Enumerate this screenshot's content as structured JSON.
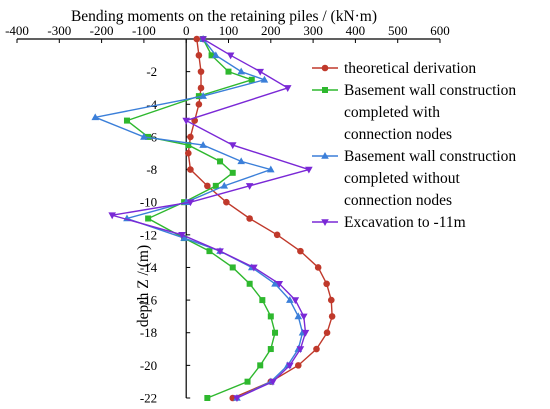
{
  "chart_data": {
    "type": "line",
    "title": "",
    "xlabel": "Bending moments on the retaining piles / (kN·m)",
    "ylabel": "depth Z / (m)",
    "xlim": [
      -400,
      600
    ],
    "ylim": [
      -22,
      0
    ],
    "x_ticks": [
      "-400",
      "-300",
      "-200",
      "-100",
      "0",
      "100",
      "200",
      "300",
      "400",
      "500",
      "600"
    ],
    "y_ticks": [
      "-2",
      "-4",
      "-6",
      "-8",
      "-10",
      "-12",
      "-14",
      "-16",
      "-18",
      "-20",
      "-22"
    ],
    "x_axis_position": "top",
    "grid": false,
    "legend_position": "right",
    "series": [
      {
        "name": "theoretical derivation",
        "color": "#c0392b",
        "marker": "circle",
        "points": [
          {
            "x": 25,
            "y": 0
          },
          {
            "x": 30,
            "y": -1
          },
          {
            "x": 35,
            "y": -2
          },
          {
            "x": 35,
            "y": -3
          },
          {
            "x": 30,
            "y": -4
          },
          {
            "x": 20,
            "y": -5
          },
          {
            "x": 10,
            "y": -6
          },
          {
            "x": 5,
            "y": -7
          },
          {
            "x": 10,
            "y": -8
          },
          {
            "x": 50,
            "y": -9
          },
          {
            "x": 95,
            "y": -10
          },
          {
            "x": 150,
            "y": -11
          },
          {
            "x": 215,
            "y": -12
          },
          {
            "x": 270,
            "y": -13
          },
          {
            "x": 312,
            "y": -14
          },
          {
            "x": 332,
            "y": -15
          },
          {
            "x": 343,
            "y": -16
          },
          {
            "x": 345,
            "y": -17
          },
          {
            "x": 333,
            "y": -18
          },
          {
            "x": 308,
            "y": -19
          },
          {
            "x": 265,
            "y": -20
          },
          {
            "x": 200,
            "y": -21
          },
          {
            "x": 110,
            "y": -22
          }
        ]
      },
      {
        "name": "Basement wall construction completed with connection nodes",
        "color": "#2eb82e",
        "marker": "square",
        "points": [
          {
            "x": 40,
            "y": 0
          },
          {
            "x": 60,
            "y": -1
          },
          {
            "x": 100,
            "y": -2
          },
          {
            "x": 155,
            "y": -2.5
          },
          {
            "x": 30,
            "y": -3.5
          },
          {
            "x": -140,
            "y": -5
          },
          {
            "x": -90,
            "y": -6
          },
          {
            "x": 5,
            "y": -6.5
          },
          {
            "x": 80,
            "y": -7.5
          },
          {
            "x": 110,
            "y": -8.2
          },
          {
            "x": 70,
            "y": -9
          },
          {
            "x": -5,
            "y": -10
          },
          {
            "x": -90,
            "y": -11
          },
          {
            "x": -5,
            "y": -12.2
          },
          {
            "x": 55,
            "y": -13
          },
          {
            "x": 110,
            "y": -14
          },
          {
            "x": 150,
            "y": -15
          },
          {
            "x": 180,
            "y": -16
          },
          {
            "x": 200,
            "y": -17
          },
          {
            "x": 210,
            "y": -18
          },
          {
            "x": 200,
            "y": -19
          },
          {
            "x": 175,
            "y": -20
          },
          {
            "x": 145,
            "y": -21
          },
          {
            "x": 50,
            "y": -22
          }
        ]
      },
      {
        "name": "Basement wall construction completed without connection nodes",
        "color": "#3b7fd9",
        "marker": "triangle-up",
        "points": [
          {
            "x": 40,
            "y": 0
          },
          {
            "x": 70,
            "y": -1
          },
          {
            "x": 130,
            "y": -2
          },
          {
            "x": 185,
            "y": -2.5
          },
          {
            "x": 40,
            "y": -3.5
          },
          {
            "x": -215,
            "y": -4.8
          },
          {
            "x": -100,
            "y": -6
          },
          {
            "x": 40,
            "y": -6.5
          },
          {
            "x": 130,
            "y": -7.5
          },
          {
            "x": 200,
            "y": -8
          },
          {
            "x": 90,
            "y": -9
          },
          {
            "x": 0,
            "y": -10
          },
          {
            "x": -140,
            "y": -11
          },
          {
            "x": -5,
            "y": -12.2
          },
          {
            "x": 80,
            "y": -13
          },
          {
            "x": 155,
            "y": -14
          },
          {
            "x": 210,
            "y": -15
          },
          {
            "x": 245,
            "y": -16
          },
          {
            "x": 265,
            "y": -17
          },
          {
            "x": 275,
            "y": -18
          },
          {
            "x": 265,
            "y": -19
          },
          {
            "x": 240,
            "y": -20
          },
          {
            "x": 200,
            "y": -21
          },
          {
            "x": 120,
            "y": -22
          }
        ]
      },
      {
        "name": "Excavation to -11m",
        "color": "#7a28d6",
        "marker": "triangle-down",
        "points": [
          {
            "x": 40,
            "y": 0
          },
          {
            "x": 105,
            "y": -1
          },
          {
            "x": 175,
            "y": -2
          },
          {
            "x": 240,
            "y": -3
          },
          {
            "x": 0,
            "y": -5
          },
          {
            "x": 110,
            "y": -6.5
          },
          {
            "x": 290,
            "y": -8
          },
          {
            "x": 150,
            "y": -9
          },
          {
            "x": 10,
            "y": -10
          },
          {
            "x": -175,
            "y": -10.8
          },
          {
            "x": -10,
            "y": -12
          },
          {
            "x": 80,
            "y": -13
          },
          {
            "x": 160,
            "y": -14
          },
          {
            "x": 220,
            "y": -15
          },
          {
            "x": 258,
            "y": -16
          },
          {
            "x": 278,
            "y": -17
          },
          {
            "x": 282,
            "y": -18
          },
          {
            "x": 270,
            "y": -19
          },
          {
            "x": 245,
            "y": -20
          },
          {
            "x": 205,
            "y": -21
          },
          {
            "x": 120,
            "y": -22
          }
        ]
      }
    ],
    "legend": [
      {
        "series": 0,
        "lines": [
          "theoretical derivation"
        ]
      },
      {
        "series": 1,
        "lines": [
          "Basement wall construction",
          "completed with",
          "connection nodes"
        ]
      },
      {
        "series": 2,
        "lines": [
          "Basement wall construction",
          "completed without",
          "connection nodes"
        ]
      },
      {
        "series": 3,
        "lines": [
          "Excavation to -11m"
        ]
      }
    ]
  }
}
